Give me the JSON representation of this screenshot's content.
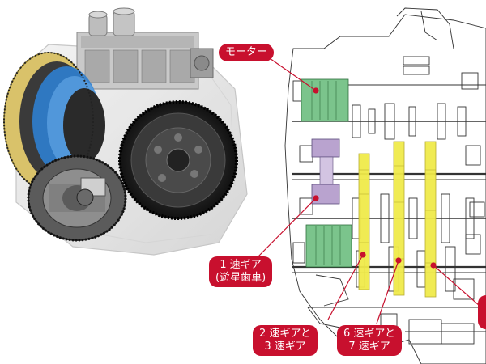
{
  "labels": {
    "motor": "モーター",
    "gear1_line1": "1 速ギア",
    "gear1_line2": "(遊星歯車)",
    "gear23_line1": "2 速ギアと",
    "gear23_line2": "3 速ギア",
    "gear67_line1": "6 速ギアと",
    "gear67_line2": "7 速ギア"
  },
  "colors": {
    "callout": "#c8102e",
    "motor_green": "#7bc48c",
    "planetary_purple": "#b9a3cf",
    "gear_yellow": "#f0ea4a",
    "housing_blue": "#2f7fd0",
    "housing_yellow": "#d9c26a",
    "flywheel_dark": "#2b2b2b"
  }
}
